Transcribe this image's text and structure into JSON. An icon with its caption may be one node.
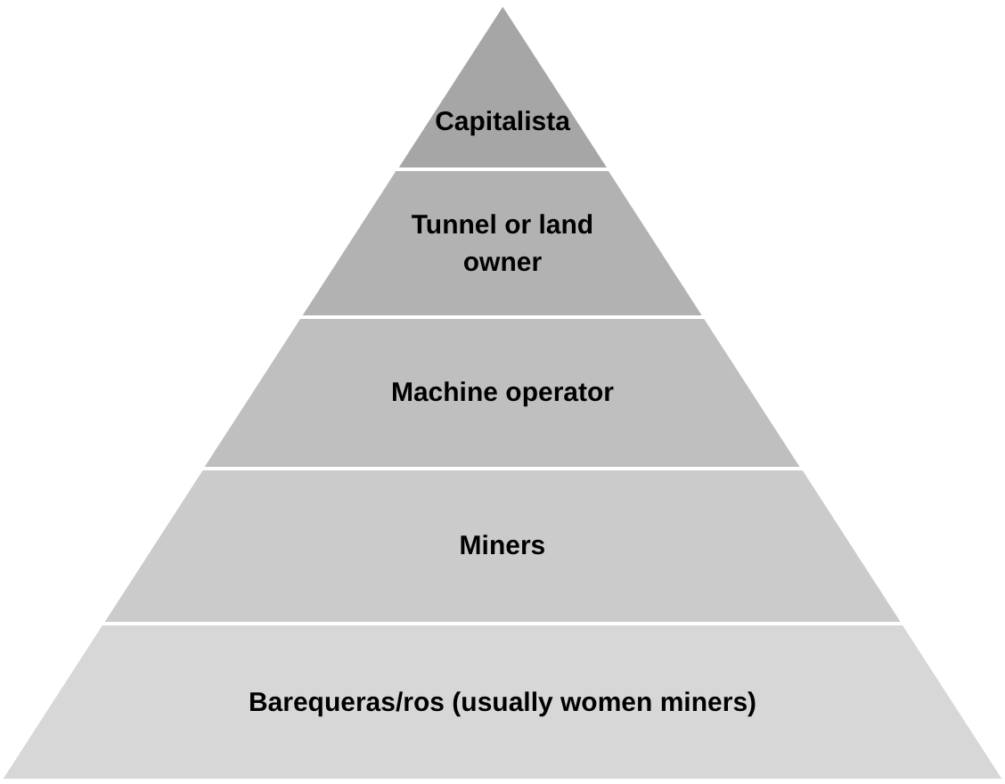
{
  "diagram": {
    "nodes": [
      {
        "text": [
          "Capitalista"
        ]
      },
      {
        "text": [
          "Tunnel or land owner"
        ]
      },
      {
        "text": [
          "Machine operator"
        ]
      },
      {
        "text": [
          "Miners"
        ]
      },
      {
        "text": [
          "Barequeras/ros (usually women miners)"
        ]
      }
    ]
  }
}
